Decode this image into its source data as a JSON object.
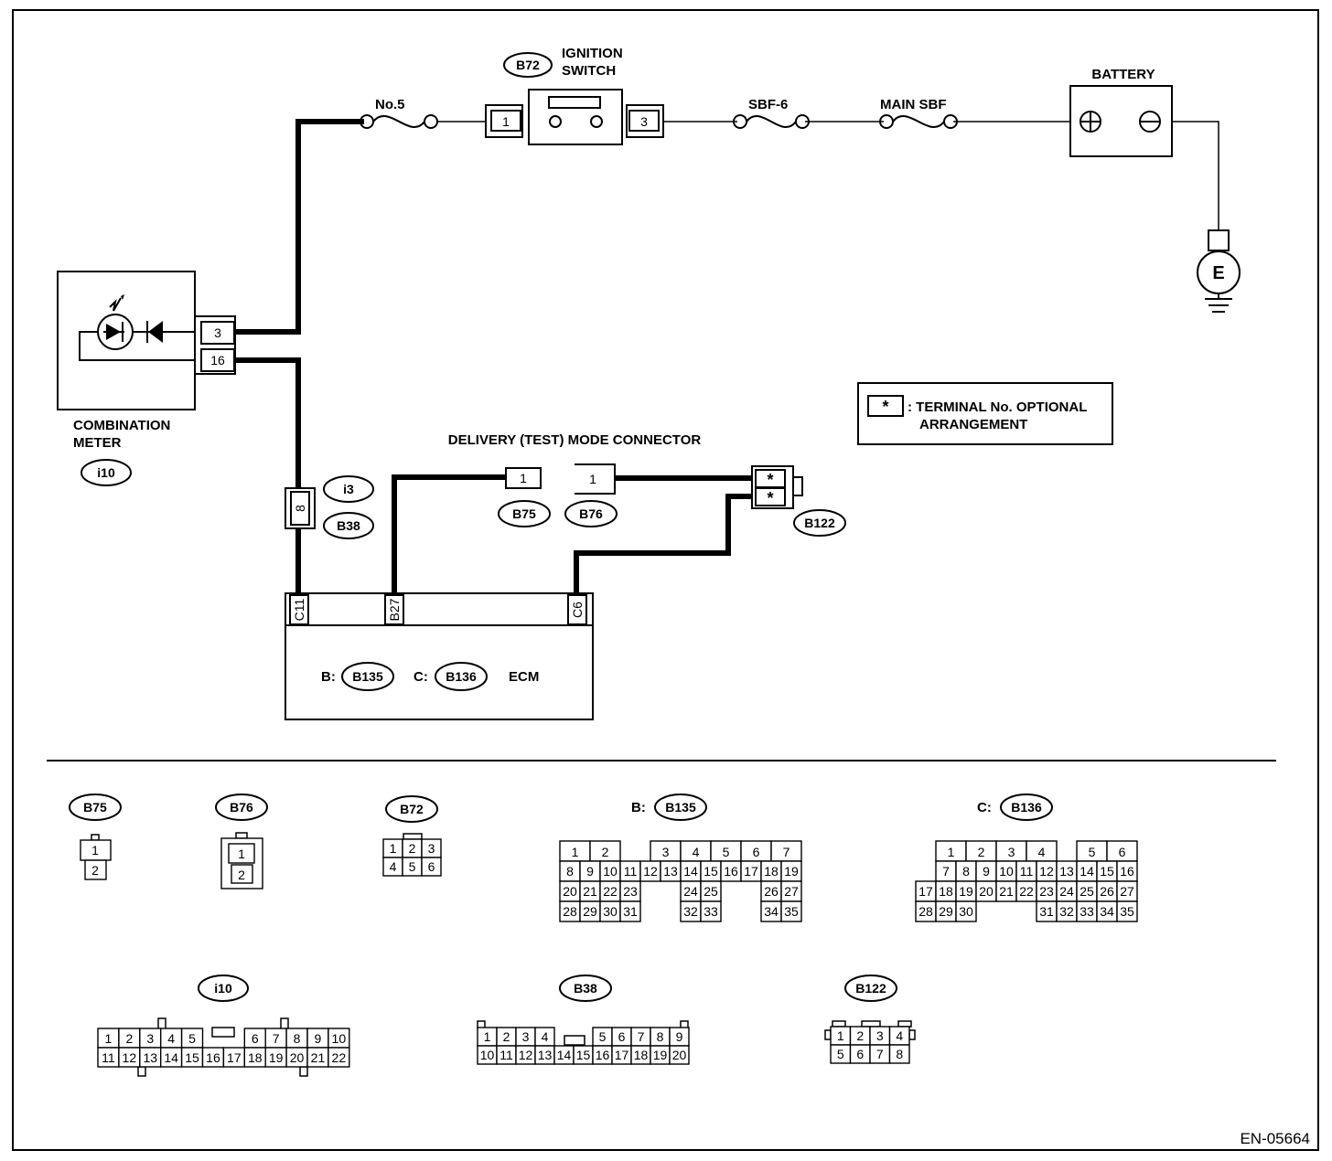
{
  "figure_code": "EN-05664",
  "labels": {
    "ignition_switch": [
      "IGNITION",
      "SWITCH"
    ],
    "battery": "BATTERY",
    "no5": "No.5",
    "sbf6": "SBF-6",
    "main_sbf": "MAIN SBF",
    "ground": "E",
    "combination_meter": [
      "COMBINATION",
      "METER"
    ],
    "delivery_connector": "DELIVERY (TEST) MODE CONNECTOR",
    "ecm": "ECM",
    "ecm_b_prefix": "B:",
    "ecm_c_prefix": "C:",
    "legend_symbol": "*",
    "legend_text": [
      ": TERMINAL No. OPTIONAL",
      "ARRANGEMENT"
    ],
    "b_prefix": "B:",
    "c_prefix": "C:"
  },
  "connectors": {
    "b72": "B72",
    "i10": "i10",
    "i3": "i3",
    "b38": "B38",
    "b75": "B75",
    "b76": "B76",
    "b122": "B122",
    "b135": "B135",
    "b136": "B136"
  },
  "terminals": {
    "ign_in": "1",
    "ign_out": "3",
    "meter_3": "3",
    "meter_16": "16",
    "i3_8": "8",
    "b75_1": "1",
    "b76_1": "1",
    "b122_a": "*",
    "b122_b": "*",
    "ecm_c11": "C11",
    "ecm_b27": "B27",
    "ecm_c6": "C6"
  },
  "face_views": {
    "b75": [
      "1",
      "2"
    ],
    "b76": [
      "1",
      "2"
    ],
    "b72": [
      "1",
      "2",
      "3",
      "4",
      "5",
      "6"
    ],
    "b135": [
      [
        "1",
        "2",
        "",
        "3",
        "4",
        "5",
        "6",
        "7"
      ],
      [
        "8",
        "9",
        "10",
        "11",
        "12",
        "13",
        "14",
        "15",
        "16",
        "17",
        "18",
        "19"
      ],
      [
        "20",
        "21",
        "22",
        "23",
        "",
        "",
        "24",
        "25",
        "",
        "",
        "26",
        "27"
      ],
      [
        "28",
        "29",
        "30",
        "31",
        "",
        "",
        "32",
        "33",
        "",
        "",
        "34",
        "35"
      ]
    ],
    "b136": [
      [
        "",
        "1",
        "2",
        "3",
        "4",
        "",
        "5",
        "6"
      ],
      [
        "",
        "7",
        "8",
        "9",
        "10",
        "11",
        "12",
        "13",
        "14",
        "15",
        "16"
      ],
      [
        "17",
        "18",
        "19",
        "20",
        "21",
        "22",
        "23",
        "24",
        "25",
        "26",
        "27"
      ],
      [
        "28",
        "29",
        "30",
        "",
        "",
        "",
        "31",
        "32",
        "33",
        "34",
        "35"
      ]
    ],
    "i10": [
      [
        "1",
        "2",
        "3",
        "4",
        "5",
        "",
        "",
        "6",
        "7",
        "8",
        "9",
        "10"
      ],
      [
        "11",
        "12",
        "13",
        "14",
        "15",
        "16",
        "17",
        "18",
        "19",
        "20",
        "21",
        "22"
      ]
    ],
    "b38": [
      [
        "1",
        "2",
        "3",
        "4",
        "",
        "",
        "5",
        "6",
        "7",
        "8",
        "9"
      ],
      [
        "10",
        "11",
        "12",
        "13",
        "14",
        "15",
        "16",
        "17",
        "18",
        "19",
        "20"
      ]
    ],
    "b122": [
      [
        "1",
        "2",
        "3",
        "4"
      ],
      [
        "5",
        "6",
        "7",
        "8"
      ]
    ]
  }
}
